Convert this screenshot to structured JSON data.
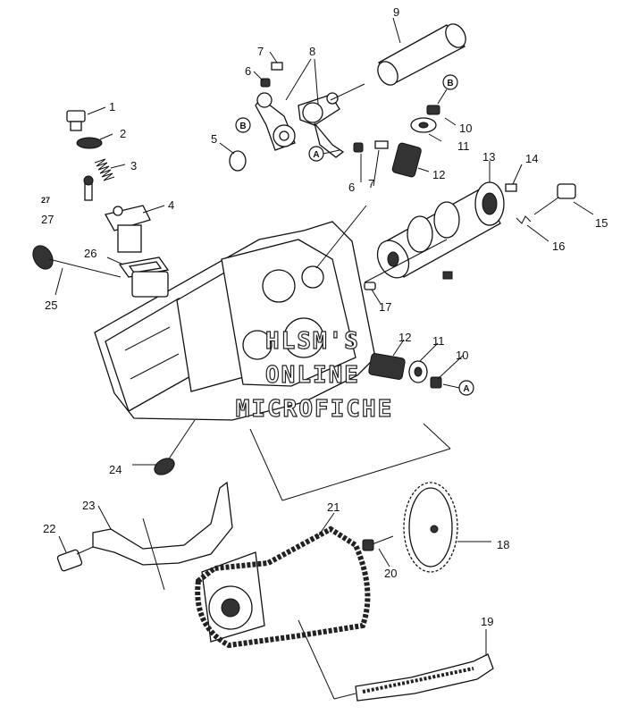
{
  "watermark": {
    "line1": "HLSM'S",
    "line2": "ONLINE",
    "line3": "MICROFICHE"
  },
  "callouts": {
    "c1": "1",
    "c2": "2",
    "c3": "3",
    "c4": "4",
    "c5": "5",
    "c6a": "6",
    "c6b": "6",
    "c7a": "7",
    "c7b": "7",
    "c8": "8",
    "c9": "9",
    "c10a": "10",
    "c10b": "10",
    "c11a": "11",
    "c11b": "11",
    "c12a": "12",
    "c12b": "12",
    "c13": "13",
    "c14": "14",
    "c15": "15",
    "c16": "16",
    "c17": "17",
    "c18": "18",
    "c19": "19",
    "c20": "20",
    "c21": "21",
    "c22": "22",
    "c23": "23",
    "c24": "24",
    "c25": "25",
    "c26": "26",
    "c27": "27",
    "c27small": "27"
  },
  "markers": {
    "a1": "A",
    "a2": "A",
    "b1": "B",
    "b2": "B"
  }
}
